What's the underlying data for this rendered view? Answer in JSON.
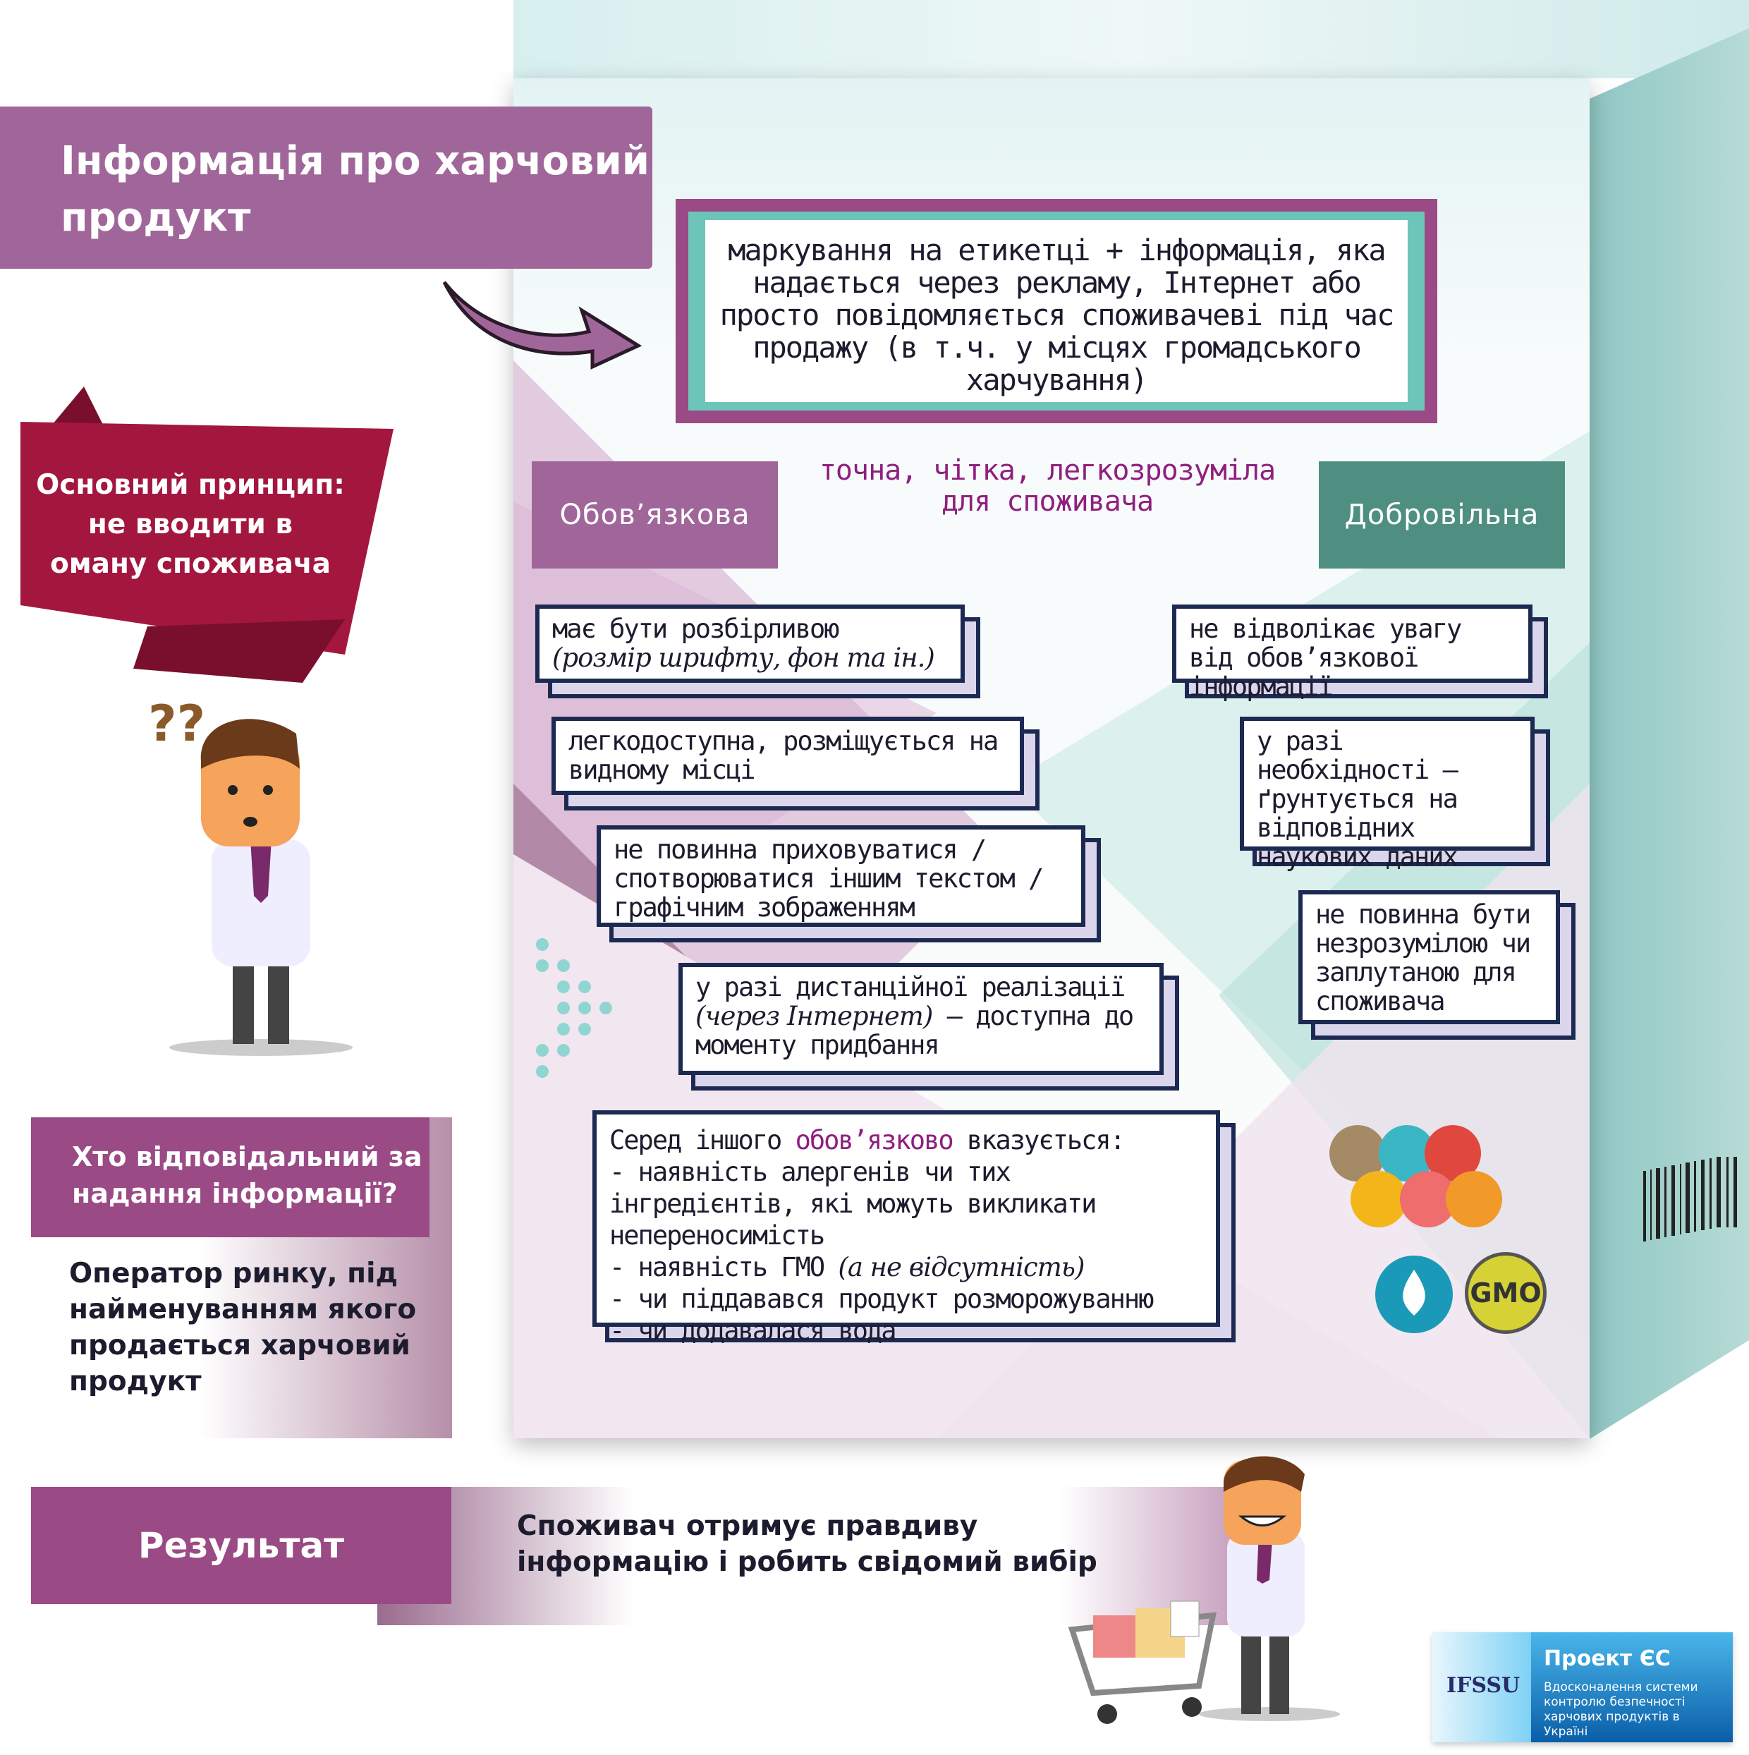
{
  "title": "Інформація про харчовий продукт",
  "definition": "маркування на етикетці + інформація, яка надається через рекламу, Інтернет або просто повідомляється споживачеві під час продажу (в т.ч. у місцях громадського харчування)",
  "principle": "Основний принцип: не вводити в оману споживача",
  "categories": {
    "mandatory": "Обов’язкова",
    "voluntary": "Добровільна"
  },
  "subtitle": "точна, чітка, легкозрозуміла для споживача",
  "mandatory_items": [
    {
      "text": "має бути розбірливою",
      "italic": "(розмір шрифту, фон та ін.)"
    },
    {
      "text": "легкодоступна, розміщується на видному місці"
    },
    {
      "text": "не повинна приховуватися / спотворюватися іншим текстом / графічним зображенням"
    },
    {
      "text_before": "у разі дистанційної реалізації",
      "italic": "(через Інтернет)",
      "text_after": "— доступна до моменту придбання"
    }
  ],
  "mandatory_list": {
    "intro_before": "Серед іншого",
    "intro_highlight": "обов’язково",
    "intro_after": "вказується:",
    "items": [
      "- наявність алергенів чи тих інгредієнтів, які можуть викликати непереносимість",
      "- наявність ГМО",
      "- чи піддавався продукт розморожуванню",
      "- чи додавалася вода"
    ],
    "gmo_note": "(а не відсутність)"
  },
  "voluntary_items": [
    "не відволікає увагу від обов’язкової інформації",
    "у разі необхідності — ґрунтується на відповідних наукових даних",
    "не повинна бути незрозумілою чи заплутаною для споживача"
  ],
  "responsible": {
    "question": "Хто відповідальний за надання інформації?",
    "answer": "Оператор ринку, під найменуванням якого продається харчовий продукт"
  },
  "result": {
    "label": "Результат",
    "text": "Споживач отримує правдиву інформацію і робить свідомий вибір"
  },
  "gmo_badge": "GMO",
  "logo": {
    "acronym": "IFSSU",
    "project": "Проект ЄС",
    "description": "Вдосконалення системи контролю безпечності харчових продуктів в Україні"
  },
  "colors": {
    "purple": "#9a4a85",
    "teal": "#4e8f82",
    "navy": "#1c2a52",
    "crimson": "#a3173f"
  }
}
